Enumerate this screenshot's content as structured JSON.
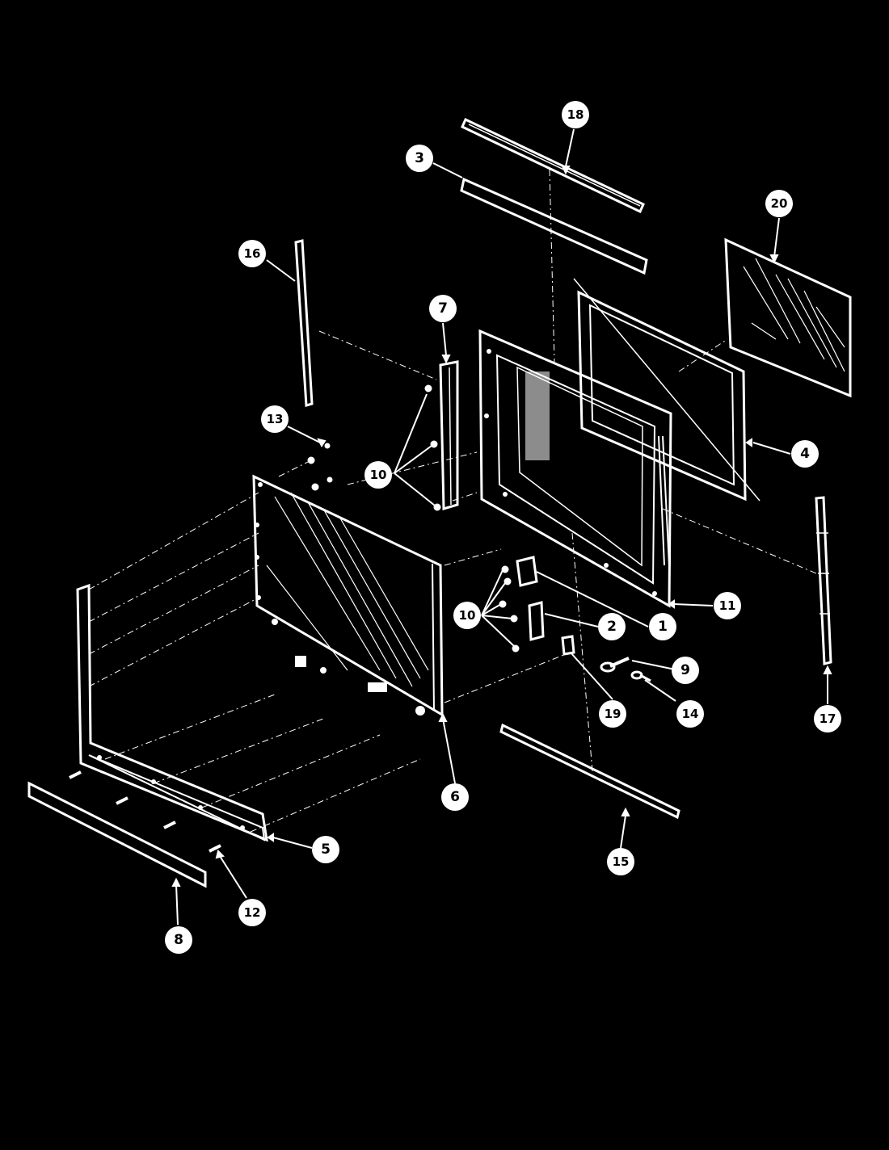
{
  "callouts": [
    {
      "id": "c18",
      "label": "18"
    },
    {
      "id": "c3",
      "label": "3"
    },
    {
      "id": "c20",
      "label": "20"
    },
    {
      "id": "c16",
      "label": "16"
    },
    {
      "id": "c7",
      "label": "7"
    },
    {
      "id": "c13",
      "label": "13"
    },
    {
      "id": "c10a",
      "label": "10"
    },
    {
      "id": "c4",
      "label": "4"
    },
    {
      "id": "c11",
      "label": "11"
    },
    {
      "id": "c10b",
      "label": "10"
    },
    {
      "id": "c2",
      "label": "2"
    },
    {
      "id": "c1",
      "label": "1"
    },
    {
      "id": "c9",
      "label": "9"
    },
    {
      "id": "c19",
      "label": "19"
    },
    {
      "id": "c14",
      "label": "14"
    },
    {
      "id": "c17",
      "label": "17"
    },
    {
      "id": "c6",
      "label": "6"
    },
    {
      "id": "c5",
      "label": "5"
    },
    {
      "id": "c15",
      "label": "15"
    },
    {
      "id": "c12",
      "label": "12"
    },
    {
      "id": "c8",
      "label": "8"
    }
  ],
  "colors": {
    "background": "#000000",
    "ink": "#ffffff"
  }
}
